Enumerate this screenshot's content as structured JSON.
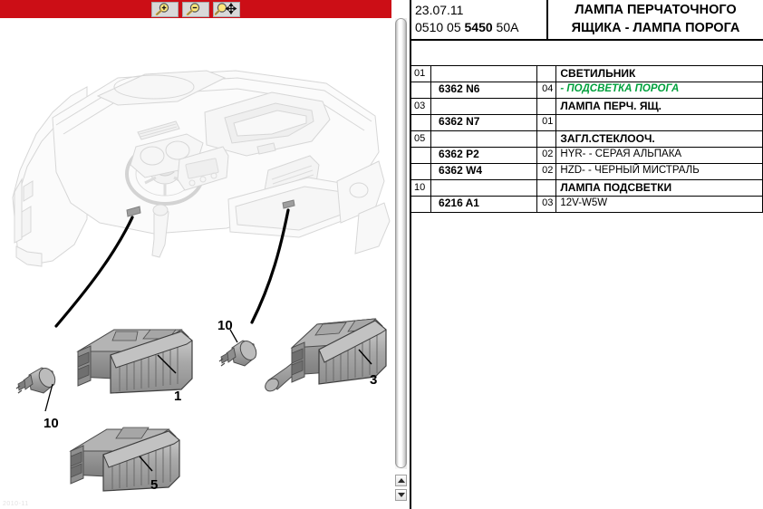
{
  "toolbar": {
    "buttons": [
      {
        "name": "zoom-in-icon",
        "label": "Zoom In"
      },
      {
        "name": "zoom-out-icon",
        "label": "Zoom Out"
      },
      {
        "name": "zoom-pan-icon",
        "label": "Zoom Pan"
      }
    ],
    "background_color": "#cc0e16"
  },
  "scrollbar": {
    "up_arrow": "▲",
    "down_arrow": "▼"
  },
  "diagram": {
    "watermark": "2010-11",
    "callouts": [
      {
        "id": "callout-1",
        "label": "1"
      },
      {
        "id": "callout-3",
        "label": "3"
      },
      {
        "id": "callout-5",
        "label": "5"
      },
      {
        "id": "callout-10-left",
        "label": "10"
      },
      {
        "id": "callout-10-right",
        "label": "10"
      }
    ]
  },
  "header": {
    "date": "23.07.11",
    "ref_prefix": "0510 05 ",
    "ref_bold": "5450",
    "ref_suffix": " 50A",
    "title_line1": "ЛАМПА ПЕРЧАТОЧНОГО",
    "title_line2": "ЯЩИКА - ЛАМПА ПОРОГА"
  },
  "table": {
    "rows": [
      {
        "index": "01",
        "reference": "6362 N6",
        "qty_top": "",
        "qty_bottom": "04",
        "desc_title": "СВЕТИЛЬНИК",
        "desc_sub": "- ПОДСВЕТКА ПОРОГА",
        "desc_sub_color": "#00a03c",
        "desc_sub_style": "green"
      },
      {
        "index": "03",
        "reference": "6362 N7",
        "qty_top": "",
        "qty_bottom": "01",
        "desc_title": "ЛАМПА ПЕРЧ. ЯЩ.",
        "desc_sub": "",
        "desc_sub_style": "none"
      },
      {
        "index": "05",
        "reference": "",
        "qty_top": "",
        "qty_bottom": "",
        "desc_title": "ЗАГЛ.СТЕКЛООЧ.",
        "desc_sub": "",
        "desc_sub_style": "none"
      }
    ],
    "variant_rows": [
      {
        "reference": "6362 P2",
        "qty": "02",
        "desc": "HYR- - СЕРАЯ АЛЬПАКА"
      },
      {
        "reference": "6362 W4",
        "qty": "02",
        "desc": "HZD- - ЧЕРНЫЙ МИСТРАЛЬ"
      }
    ],
    "last_row": {
      "index": "10",
      "reference": "6216 A1",
      "qty_top": "",
      "qty_bottom": "03",
      "desc_title": "ЛАМПА ПОДСВЕТКИ",
      "desc_sub": "12V-W5W"
    }
  }
}
